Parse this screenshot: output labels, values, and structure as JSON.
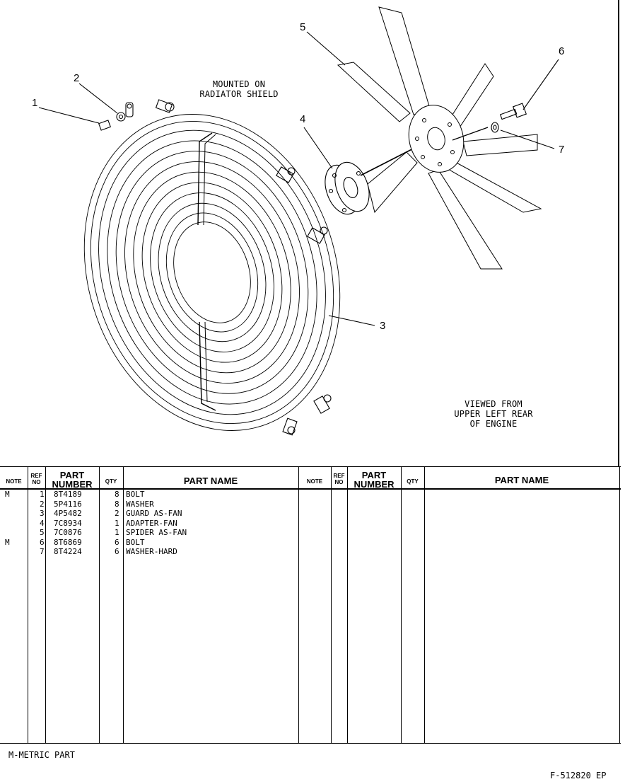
{
  "diagram": {
    "callouts": [
      "1",
      "2",
      "3",
      "4",
      "5",
      "6",
      "7"
    ],
    "note_mounted": [
      "MOUNTED ON",
      "RADIATOR SHIELD"
    ],
    "note_viewed": [
      "VIEWED FROM",
      "UPPER LEFT REAR",
      "OF ENGINE"
    ]
  },
  "table": {
    "headers": {
      "note": "NOTE",
      "ref_1": "REF",
      "ref_2": "NO",
      "part_number_1": "PART",
      "part_number_2": "NUMBER",
      "qty": "QTY",
      "part_name": "PART NAME"
    },
    "rows": [
      {
        "note": "M",
        "ref": "1",
        "part_number": "8T4189",
        "qty": "8",
        "name": "BOLT"
      },
      {
        "note": "",
        "ref": "2",
        "part_number": "5P4116",
        "qty": "8",
        "name": "WASHER"
      },
      {
        "note": "",
        "ref": "3",
        "part_number": "4P5482",
        "qty": "2",
        "name": "GUARD AS-FAN"
      },
      {
        "note": "",
        "ref": "4",
        "part_number": "7C8934",
        "qty": "1",
        "name": "ADAPTER-FAN"
      },
      {
        "note": "",
        "ref": "5",
        "part_number": "7C0876",
        "qty": "1",
        "name": "SPIDER AS-FAN"
      },
      {
        "note": "M",
        "ref": "6",
        "part_number": "8T6869",
        "qty": "6",
        "name": "BOLT"
      },
      {
        "note": "",
        "ref": "7",
        "part_number": "8T4224",
        "qty": "6",
        "name": "WASHER-HARD"
      }
    ]
  },
  "footnote": "M-METRIC PART",
  "drawing_number": "F-512820 EP"
}
